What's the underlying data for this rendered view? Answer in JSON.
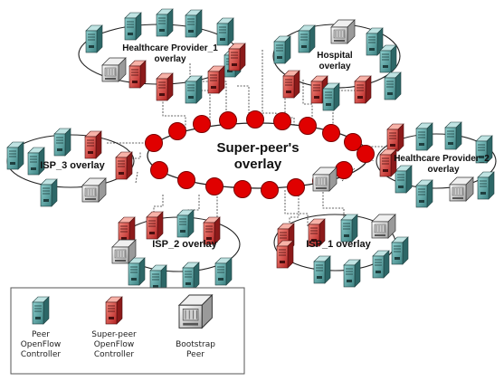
{
  "overlays": {
    "super_peer": {
      "line1": "Super-peer's",
      "line2": "overlay"
    },
    "healthcare_provider_1": {
      "line1": "Healthcare Provider_1",
      "line2": "overlay"
    },
    "hospital": {
      "line1": "Hospital",
      "line2": "overlay"
    },
    "healthcare_provider_2": {
      "line1": "Healthcare Provider_2",
      "line2": "overlay"
    },
    "isp_3": {
      "line1": "ISP_3 overlay"
    },
    "isp_2": {
      "line1": "ISP_2 overlay"
    },
    "isp_1": {
      "line1": "ISP_1 overlay"
    }
  },
  "legend": {
    "peer": {
      "line1": "Peer",
      "line2": "OpenFlow",
      "line3": "Controller"
    },
    "super_peer": {
      "line1": "Super-peer",
      "line2": "OpenFlow",
      "line3": "Controller"
    },
    "bootstrap": {
      "line1": "Bootstrap",
      "line2": "Peer"
    }
  },
  "colors": {
    "peer_front": "#4f9a9a",
    "peer_side": "#2d6767",
    "super_peer_front": "#e04040",
    "super_peer_side": "#8c1a1a",
    "bootstrap": "#d9d9d9",
    "ring_node": "#e00000",
    "line": "#333333"
  },
  "icons": {
    "peer": "server-tower-icon",
    "super_peer": "server-tower-icon",
    "bootstrap": "bootstrap-server-icon"
  }
}
